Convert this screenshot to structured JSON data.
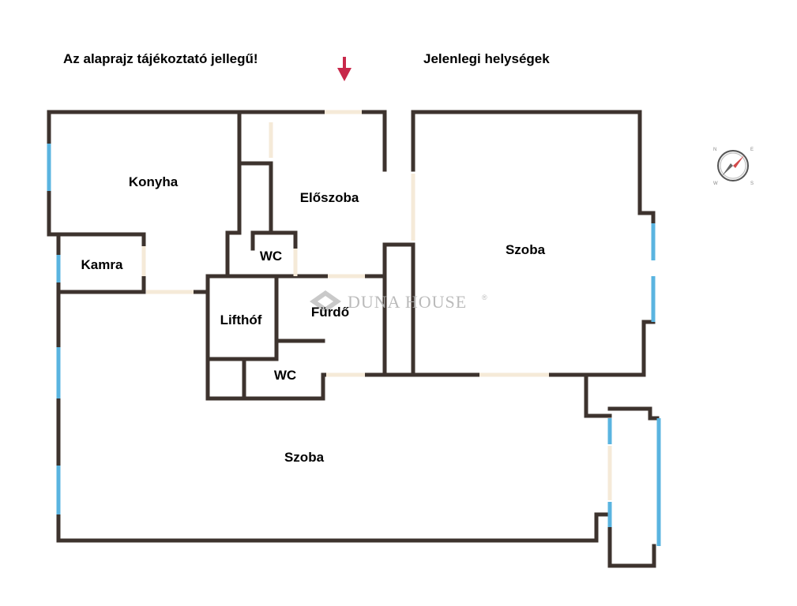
{
  "header": {
    "disclaimer": "Az alaprajz tájékoztató jellegű!",
    "current_rooms": "Jelenlegi helységek"
  },
  "rooms": {
    "kitchen": "Konyha",
    "pantry": "Kamra",
    "hall": "Előszoba",
    "wc_upper": "WC",
    "wc_lower": "WC",
    "lightwell": "Lifthóf",
    "bathroom": "Fürdő",
    "room_right": "Szoba",
    "room_bottom": "Szoba"
  },
  "watermark": {
    "brand": "DUNA HOUSE",
    "mark": "®"
  },
  "compass": {
    "n": "N",
    "e": "E",
    "s": "S",
    "w": "W"
  },
  "colors": {
    "wall": "#3d332e",
    "window": "#5ab4e0",
    "door": "#f5ead8",
    "entrance_arrow": "#c8284a"
  }
}
